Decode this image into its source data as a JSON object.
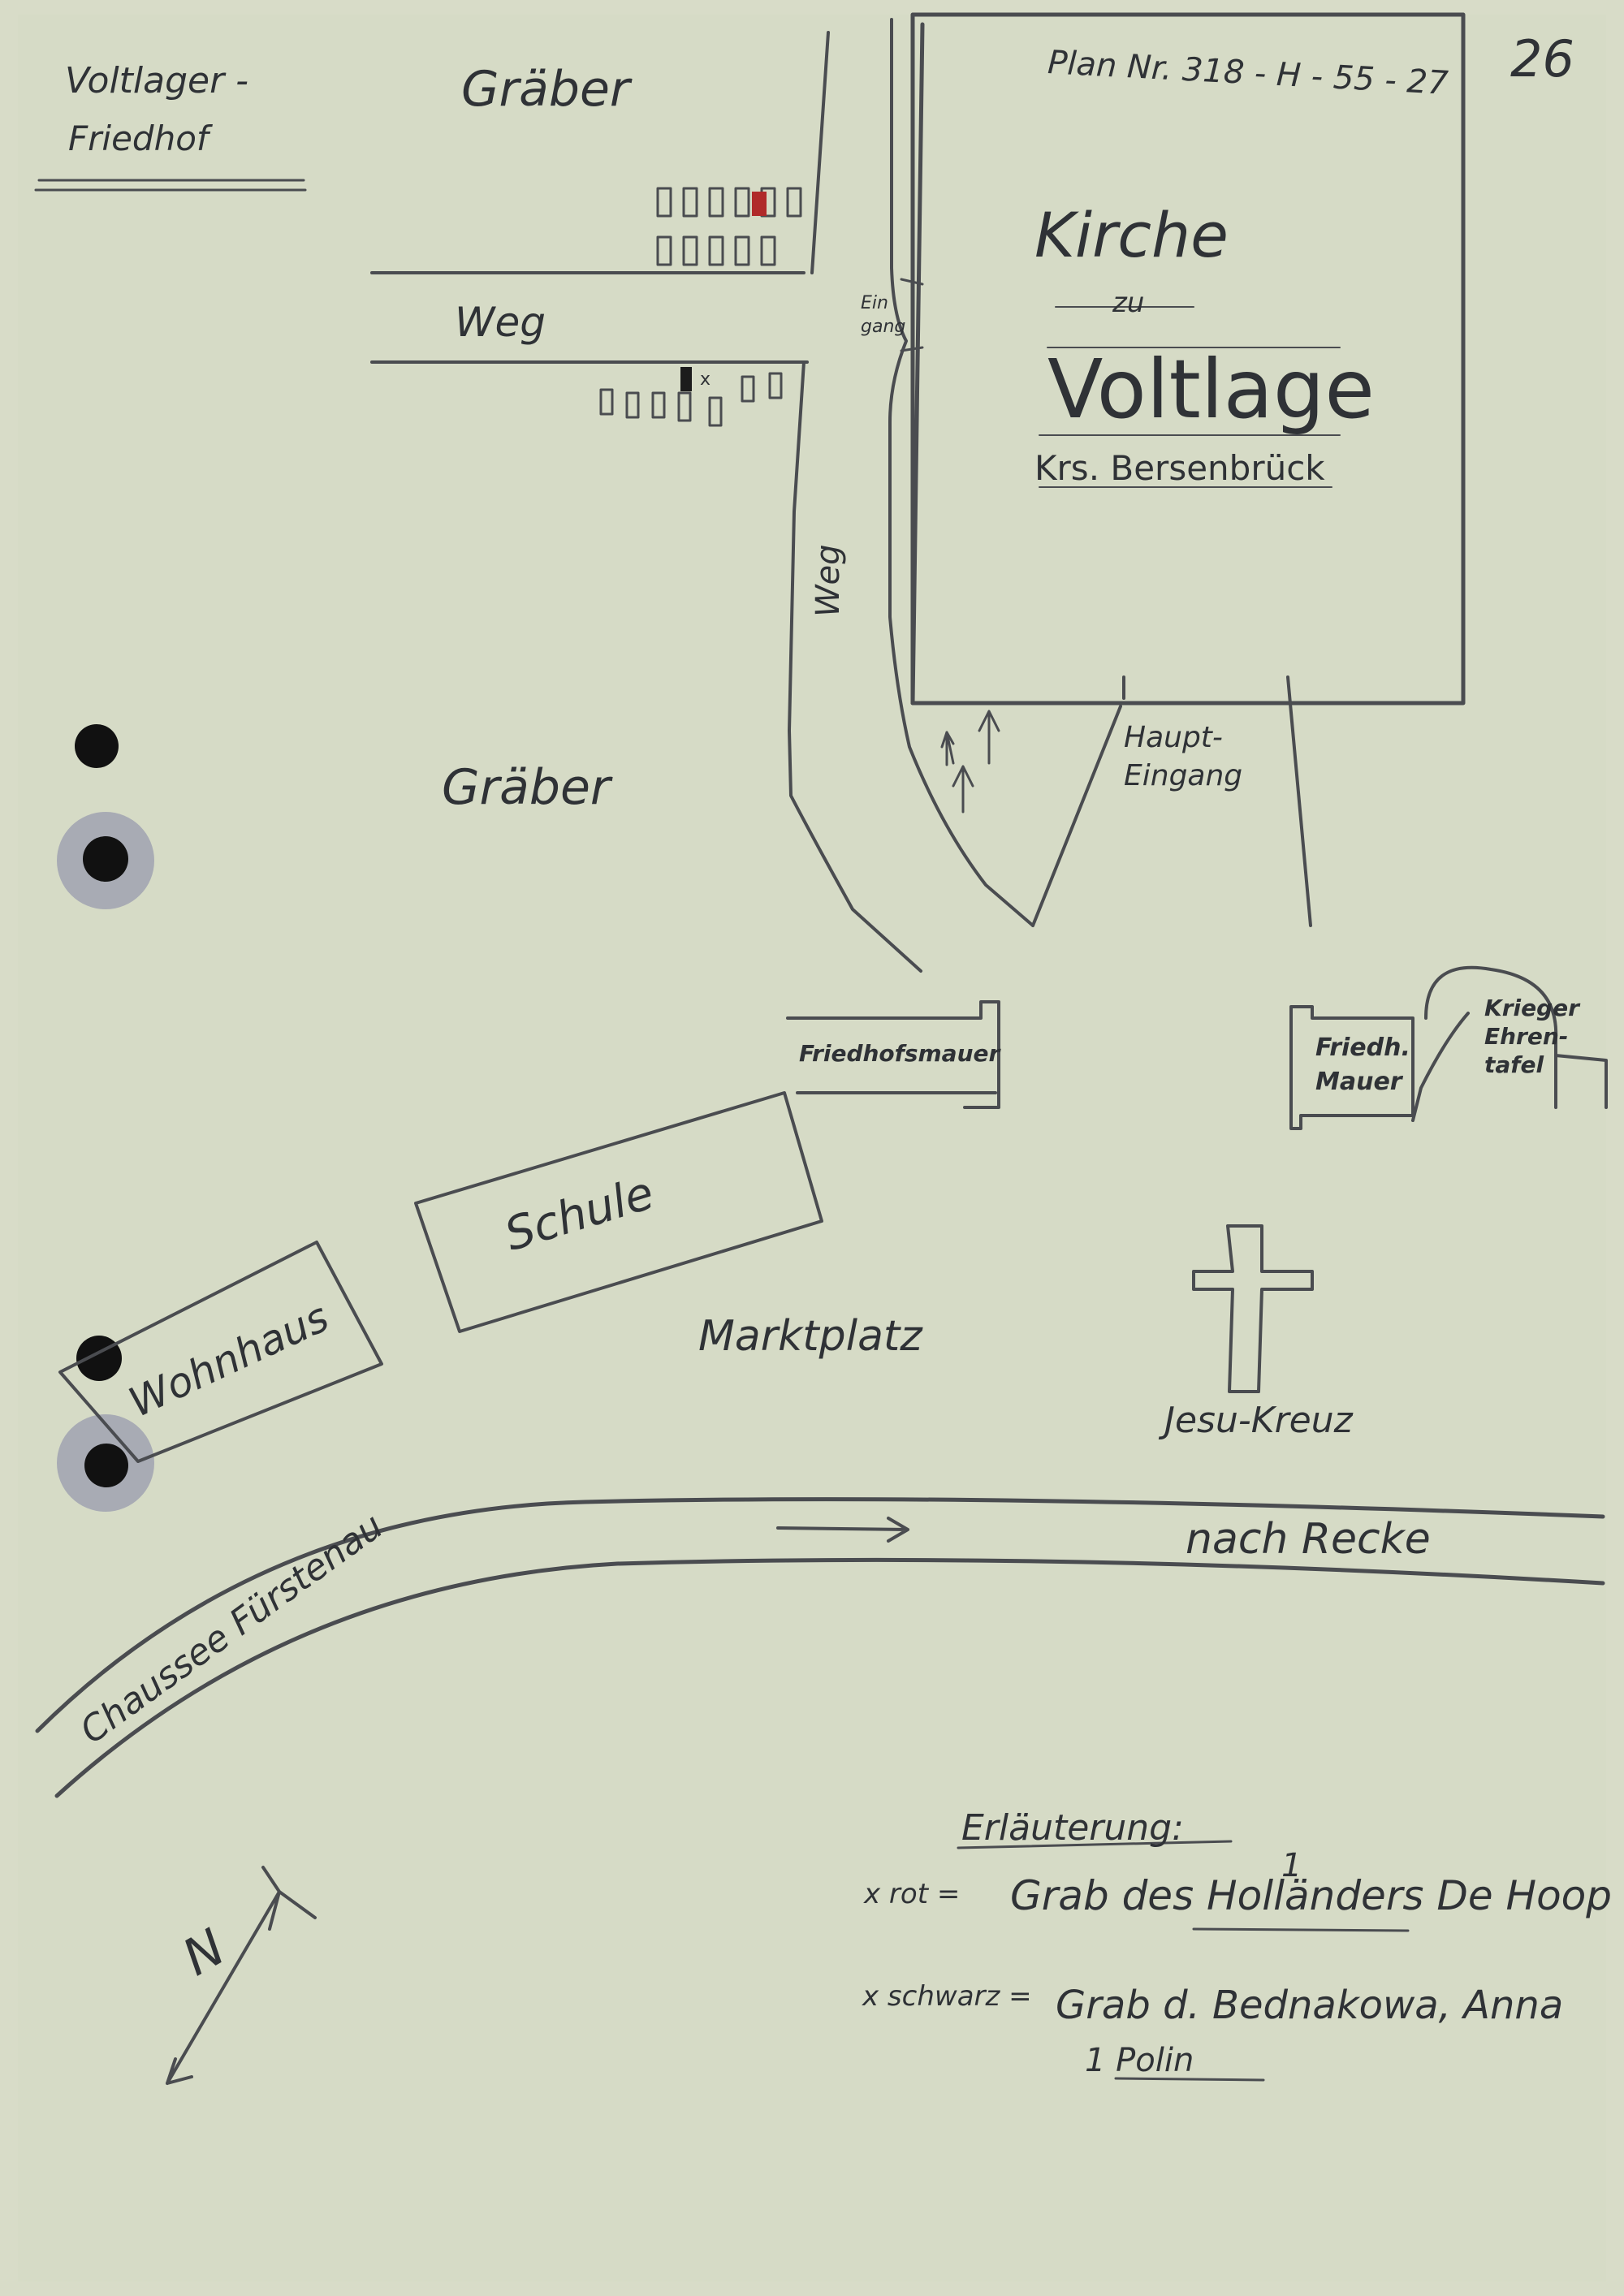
{
  "labels": {
    "title_line1": "Voltlager -",
    "title_line2": "Friedhof",
    "plan_number": "Plan Nr. 318 - H - 55 - 27",
    "folio": "26",
    "graeber_top": "Gräber",
    "weg_top": "Weg",
    "eingang": "Ein gang",
    "kirche": "Kirche",
    "zu": "zu",
    "voltlage": "Voltlage",
    "kreis": "Krs. Bersenbrück",
    "weg_vertical": "Weg",
    "graeber_mid": "Gräber",
    "haupteingang": "Haupt- Eingang",
    "friedhofsmauer": "Friedhofsmauer",
    "friedh_mauer": "Friedh. Mauer",
    "krieger_ehrentafel": "Krieger Ehren- tafel",
    "schule": "Schule",
    "wohnhaus": "Wohnhaus",
    "marktplatz": "Marktplatz",
    "jesu_kreuz": "Jesu-Kreuz",
    "nach_recke": "nach Recke",
    "chaussee": "Chaussee Fürstenau",
    "north": "N"
  },
  "legend": {
    "heading": "Erläuterung:",
    "red_key": "x rot =",
    "red_value": "Grab des Holländers De Hoop",
    "red_number": "1",
    "black_key": "x schwarz =",
    "black_value": "Grab d. Bednakowa, Anna",
    "black_number": "1 Polin"
  },
  "colors": {
    "paper": "#d6dbc6",
    "ink": "#2f3236",
    "pencil": "#4a4c50",
    "red_mark": "#b02a2a"
  }
}
